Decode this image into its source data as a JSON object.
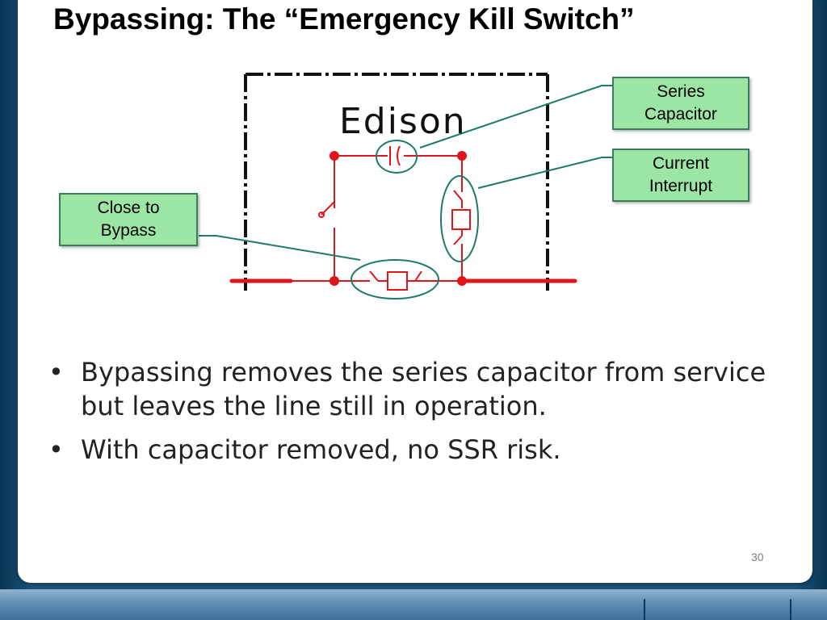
{
  "slide": {
    "title": "Bypassing:  The “Emergency Kill Switch”",
    "page_number": "30"
  },
  "diagram": {
    "station_label": "Edison",
    "callouts": {
      "series_capacitor": [
        "Series",
        "Capacitor"
      ],
      "current_interrupt": [
        "Current",
        "Interrupt"
      ],
      "close_to_bypass": [
        "Close to",
        "Bypass"
      ]
    },
    "colors": {
      "circuit": "#e0141b",
      "callout_fill": "#9be6a4",
      "callout_border": "#3a7c5c",
      "leader_line": "#1e7a6a"
    }
  },
  "bullets": [
    "Bypassing removes the series capacitor from service but leaves the line still in operation.",
    "With capacitor removed, no SSR risk."
  ]
}
